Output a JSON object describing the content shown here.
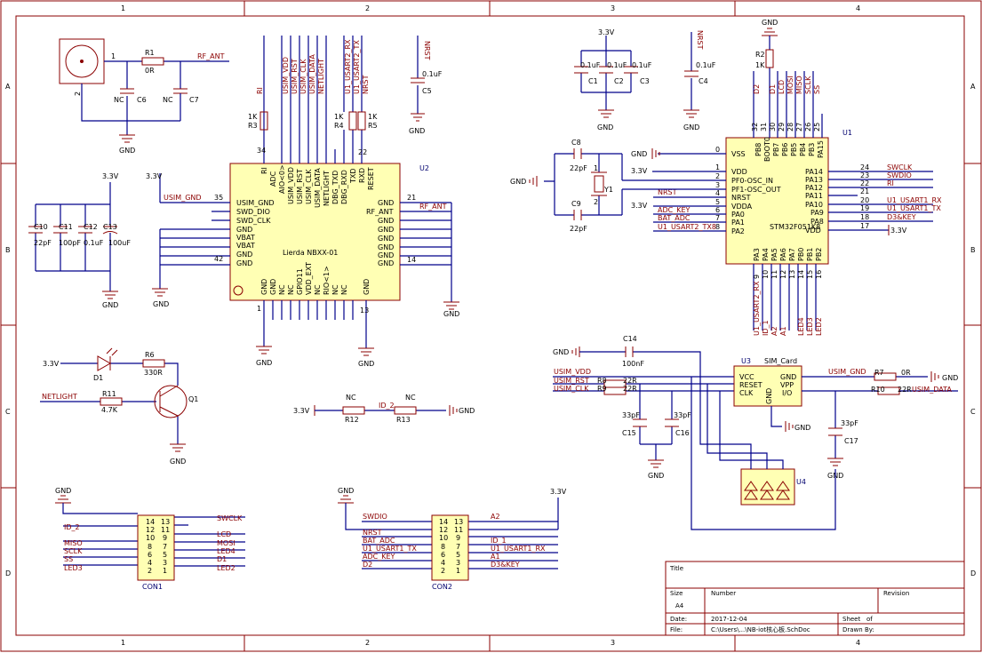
{
  "colors": {
    "wire": "#00008b",
    "component": "#8b0000",
    "ic_fill": "#ffffb4",
    "net_label": "#8b0000"
  },
  "grid": {
    "columns": [
      "1",
      "2",
      "3",
      "4"
    ],
    "rows": [
      "A",
      "B",
      "C",
      "D"
    ]
  },
  "power": {
    "v33": "3.3V",
    "gnd": "GND"
  },
  "antenna": {
    "r1_name": "R1",
    "r1_value": "0R",
    "net": "RF_ANT",
    "pin1": "1",
    "pin2": "2",
    "c6_name": "C6",
    "c6_value": "NC",
    "c7_name": "C7",
    "c7_value": "NC"
  },
  "u2": {
    "ref": "U2",
    "name": "Lierda NBXX-01",
    "top_pins": [
      "RI",
      "ADC",
      "AIO<0>",
      "USIM_VDD",
      "USIM_RST",
      "USIM_CLK",
      "USIM_DATA",
      "NETLIGHT",
      "DBG_TXD",
      "DBG_RXD",
      "TXD",
      "RXD",
      "RESET"
    ],
    "left_pins": [
      "USIM_GND",
      "SWD_DIO",
      "SWD_CLK",
      "GND",
      "VBAT",
      "VBAT",
      "GND",
      "GND"
    ],
    "right_pins": [
      "GND",
      "RF_ANT",
      "GND",
      "GND",
      "GND",
      "GND",
      "GND",
      "GND"
    ],
    "bottom_pins": [
      "GND",
      "GND",
      "NC",
      "NC",
      "GPIO11",
      "VDD_EXT",
      "NC",
      "RIO<1>",
      "NC",
      "NC",
      "GND"
    ],
    "pin_numbers": {
      "p34": "34",
      "p22": "22",
      "p35": "35",
      "p42": "42",
      "p21": "21",
      "p14": "14",
      "p1": "1",
      "p13": "13"
    },
    "top_nets": [
      "RI",
      "USIM_VDD",
      "USIM_RST",
      "USIM_CLK",
      "USIM_DATA",
      "NETLIGHT",
      "U1_USART2_RX",
      "U1_USART2_TX",
      "NRST"
    ],
    "left_net": "USIM_GND",
    "right_net": "RF_ANT",
    "r3": "R3",
    "r4": "R4",
    "r5": "R5",
    "r_value": "1K"
  },
  "c5": {
    "net": "NRST",
    "name": "C5",
    "value": "0.1uF"
  },
  "decoupling": {
    "c10": "C10",
    "c10_value": "22pF",
    "c11": "C11",
    "c11_value": "100pF",
    "c12": "C12",
    "c12_value": "0.1uF",
    "c13": "C13",
    "c13_value": "100uF"
  },
  "u1": {
    "ref": "U1",
    "name": "STM32F051K8",
    "left_pins": [
      "VSS",
      "VDD",
      "PF0-OSC_IN",
      "PF1-OSC_OUT",
      "NRST",
      "VDDA",
      "PA0",
      "PA1",
      "PA2"
    ],
    "left_nums": [
      "0",
      "1",
      "2",
      "3",
      "4",
      "5",
      "6",
      "7",
      "8"
    ],
    "right_pins": [
      "PA14",
      "PA13",
      "PA12",
      "PA11",
      "PA10",
      "PA9",
      "PA8",
      "VDD"
    ],
    "right_nums": [
      "24",
      "23",
      "22",
      "21",
      "20",
      "19",
      "18",
      "17"
    ],
    "top_pins": [
      "PB8",
      "BOOT0",
      "PB7",
      "PB6",
      "PB5",
      "PB4",
      "PB3",
      "PA15"
    ],
    "top_nums": [
      "32",
      "31",
      "30",
      "29",
      "28",
      "27",
      "26",
      "25"
    ],
    "top_nets": [
      "D2",
      "D1",
      "LCD",
      "MOSI",
      "MISO",
      "SCLK",
      "SS"
    ],
    "bottom_pins": [
      "PA3",
      "PA4",
      "PA5",
      "PA6",
      "PA7",
      "PB0",
      "PB1",
      "PB2"
    ],
    "bottom_nums": [
      "9",
      "10",
      "11",
      "12",
      "13",
      "14",
      "15",
      "16"
    ],
    "bottom_nets": [
      "U1_USART2_RX",
      "ID_1",
      "A2",
      "A1",
      "LED4",
      "LED3",
      "LED2"
    ],
    "left_nets": [
      "NRST",
      "ADC_KEY",
      "BAT_ADC",
      "U1_USART2_TX8"
    ],
    "right_nets": [
      "SWCLK",
      "SWDIO",
      "RI",
      "U1_USART1_RX",
      "U1_USART1_TX",
      "D3&KEY"
    ],
    "r2": "R2",
    "r2_value": "1K"
  },
  "crystal": {
    "y1": "Y1",
    "c8": "C8",
    "c9": "C9",
    "value": "22pF",
    "pin1": "1",
    "pin2": "2"
  },
  "top_caps": {
    "c1": "C1",
    "c2": "C2",
    "c3": "C3",
    "c4": "C4",
    "value": "0.1uF",
    "net_nrst": "NRST"
  },
  "led_q1": {
    "d1": "D1",
    "r6": "R6",
    "r6_value": "330R",
    "r11": "R11",
    "r11_value": "4.7K",
    "q1": "Q1",
    "netlight": "NETLIGHT"
  },
  "id2": {
    "r12": "R12",
    "r13": "R13",
    "value": "NC",
    "net": "ID_2"
  },
  "sim": {
    "u3": "U3",
    "name": "SIM_Card",
    "pins_left": [
      "VCC",
      "RESET",
      "CLK"
    ],
    "pins_right": [
      "GND",
      "VPP",
      "I/O"
    ],
    "pin_bottom": "GND",
    "c14": "C14",
    "c14_value": "100nF",
    "r8": "R8",
    "r9": "R9",
    "r10": "R10",
    "r_value": "22R",
    "r7": "R7",
    "r7_value": "0R",
    "c15": "C15",
    "c16": "C16",
    "c17": "C17",
    "c_value": "33pF",
    "u4": "U4",
    "nets": [
      "USIM_VDD",
      "USIM_RST",
      "USIM_CLK",
      "USIM_GND",
      "USIM_DATA"
    ]
  },
  "con1": {
    "ref": "CON1",
    "left_nets": [
      "ID_2",
      "",
      "MISO",
      "SCLK",
      "SS",
      "LED3"
    ],
    "right_nets": [
      "SWCLK",
      "",
      "LCD",
      "MOSI",
      "LED4",
      "D1",
      "LED2"
    ],
    "pin_pairs": [
      [
        "14",
        "13"
      ],
      [
        "12",
        "11"
      ],
      [
        "10",
        "9"
      ],
      [
        "8",
        "7"
      ],
      [
        "6",
        "5"
      ],
      [
        "4",
        "3"
      ],
      [
        "2",
        "1"
      ]
    ]
  },
  "con2": {
    "ref": "CON2",
    "left_nets": [
      "SWDIO",
      "NRST",
      "BAT_ADC",
      "U1_USART1_TX",
      "ADC_KEY",
      "D2"
    ],
    "right_nets": [
      "A2",
      "",
      "ID_1",
      "U1_USART1_RX",
      "A1",
      "D3&KEY"
    ],
    "pin_pairs": [
      [
        "14",
        "13"
      ],
      [
        "12",
        "11"
      ],
      [
        "10",
        "9"
      ],
      [
        "8",
        "7"
      ],
      [
        "6",
        "5"
      ],
      [
        "4",
        "3"
      ],
      [
        "2",
        "1"
      ]
    ]
  },
  "title_block": {
    "title_label": "Title",
    "size_label": "Size",
    "size": "A4",
    "number_label": "Number",
    "revision_label": "Revision",
    "date_label": "Date:",
    "date": "2017-12-04",
    "file_label": "File:",
    "file": "C:\\Users\\...\\NB-iot核心板.SchDoc",
    "sheet_label": "Sheet",
    "of_label": "of",
    "drawn_label": "Drawn By:"
  }
}
